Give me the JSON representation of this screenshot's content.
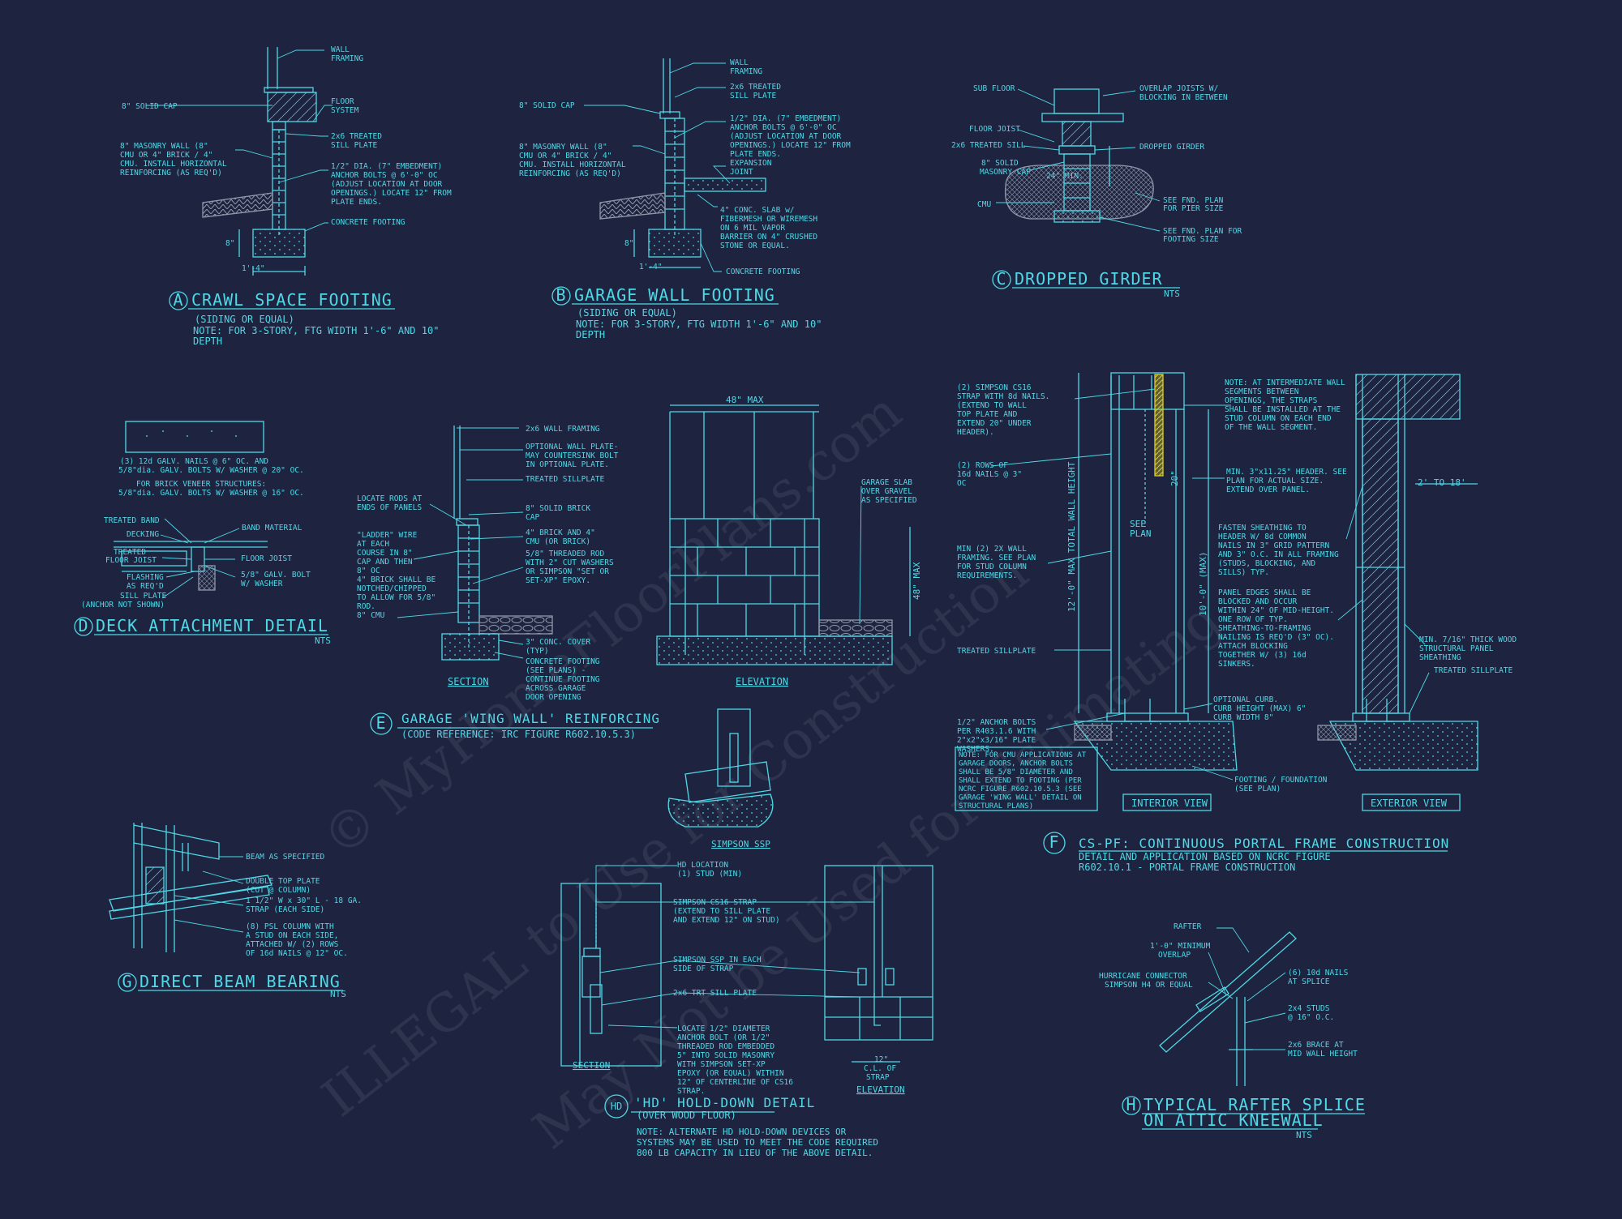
{
  "colors": {
    "background": "#1e2440",
    "linework": "#4fd8e6",
    "hatch": "#8f97a8",
    "highlight": "#e0d11a"
  },
  "watermark": {
    "line1": "© MyHomeFloorPlans.com",
    "line2": "ILLEGAL to Use for Construction",
    "line3": "May Not be Used for Estimating"
  },
  "details": {
    "A": {
      "marker": "A",
      "title": "CRAWL SPACE FOOTING",
      "subtitle": "(SIDING OR EQUAL)",
      "note1": "NOTE: FOR 3-STORY, FTG WIDTH 1'-6\" AND 10\"",
      "note2": "DEPTH",
      "labels": [
        "WALL",
        "FRAMING",
        "8\" SOLID CAP",
        "FLOOR",
        "SYSTEM",
        "8\" MASONRY WALL (8\"",
        "CMU OR 4\" BRICK / 4\"",
        "CMU. INSTALL HORIZONTAL",
        "REINFORCING (AS REQ'D)",
        "2x6 TREATED",
        "SILL PLATE",
        "1/2\" DIA. (7\" EMBEDMENT)",
        "ANCHOR BOLTS @ 6'-0\" OC",
        "(ADJUST LOCATION AT DOOR",
        "OPENINGS.) LOCATE 12\" FROM",
        "PLATE ENDS.",
        "CONCRETE FOOTING",
        "8\"",
        "1'-4\""
      ]
    },
    "B": {
      "marker": "B",
      "title": "GARAGE WALL FOOTING",
      "subtitle": "(SIDING OR EQUAL)",
      "note1": "NOTE: FOR 3-STORY, FTG WIDTH 1'-6\" AND 10\"",
      "note2": "DEPTH",
      "labels": [
        "WALL",
        "FRAMING",
        "2x6 TREATED",
        "SILL PLATE",
        "8\" SOLID CAP",
        "1/2\" DIA. (7\" EMBEDMENT)",
        "ANCHOR BOLTS @ 6'-0\" OC",
        "(ADJUST LOCATION AT DOOR",
        "OPENINGS.) LOCATE 12\" FROM",
        "PLATE ENDS.",
        "EXPANSION",
        "JOINT",
        "8\" MASONRY WALL (8\"",
        "CMU OR 4\" BRICK / 4\"",
        "CMU. INSTALL HORIZONTAL",
        "REINFORCING (AS REQ'D)",
        "4\" CONC. SLAB w/",
        "FIBERMESH OR WIREMESH",
        "ON 6 MIL VAPOR",
        "BARRIER ON 4\" CRUSHED",
        "STONE OR EQUAL.",
        "CONCRETE FOOTING",
        "8\"",
        "1'-4\""
      ]
    },
    "C": {
      "marker": "C",
      "title": "DROPPED GIRDER",
      "nts": "NTS",
      "labels": [
        "SUB FLOOR",
        "OVERLAP JOISTS W/",
        "BLOCKING IN BETWEEN",
        "FLOOR JOIST",
        "2x6 TREATED SILL",
        "DROPPED GIRDER",
        "8\" SOLID",
        "MASONRY CAP",
        "24\" MIN.",
        "CMU",
        "SEE FND. PLAN",
        "FOR PIER SIZE",
        "SEE FND. PLAN FOR",
        "FOOTING SIZE"
      ]
    },
    "D": {
      "marker": "D",
      "title": "DECK ATTACHMENT DETAIL",
      "nts": "NTS",
      "labels": [
        "(3) 12d GALV. NAILS @ 6\" OC. AND",
        "5/8\"dia. GALV. BOLTS W/ WASHER @ 20\" OC.",
        "FOR BRICK VENEER STRUCTURES:",
        "5/8\"dia. GALV. BOLTS W/ WASHER @ 16\" OC.",
        "TREATED BAND",
        "DECKING",
        "BAND MATERIAL",
        "TREATED",
        "FLOOR JOIST",
        "FLOOR JOIST",
        "FLASHING",
        "AS REQ'D",
        "5/8\" GALV. BOLT",
        "W/ WASHER",
        "SILL PLATE",
        "(ANCHOR NOT SHOWN)"
      ]
    },
    "E": {
      "marker": "E",
      "title": "GARAGE 'WING WALL' REINFORCING",
      "subtitle": "(CODE REFERENCE: IRC FIGURE R602.10.5.3)",
      "section_label": "SECTION",
      "elevation_label": "ELEVATION",
      "simpson_label": "SIMPSON SSP",
      "dim_top": "48\" MAX",
      "dim_right": "48\" MAX",
      "labels": [
        "2x6 WALL FRAMING",
        "OPTIONAL WALL PLATE-",
        "MAY COUNTERSINK BOLT",
        "IN OPTIONAL PLATE.",
        "TREATED SILLPLATE",
        "LOCATE RODS AT",
        "ENDS OF PANELS",
        "8\" SOLID BRICK",
        "CAP",
        "4\" BRICK AND 4\"",
        "CMU (OR BRICK)",
        "\"LADDER\" WIRE",
        "AT EACH",
        "COURSE IN 8\"",
        "CAP AND THEN",
        "8\" OC",
        "4\" BRICK SHALL BE",
        "NOTCHED/CHIPPED",
        "TO ALLOW FOR 5/8\"",
        "ROD.",
        "5/8\" THREADED ROD",
        "WITH 2\" CUT WASHERS",
        "OR SIMPSON \"SET OR",
        "SET-XP\" EPOXY.",
        "8\" CMU",
        "3\" CONC. COVER",
        "(TYP)",
        "CONCRETE FOOTING",
        "(SEE PLANS) -",
        "CONTINUE FOOTING",
        "ACROSS GARAGE",
        "DOOR OPENING",
        "GARAGE SLAB",
        "OVER GRAVEL",
        "AS SPECIFIED"
      ]
    },
    "F": {
      "marker": "F",
      "title": "CS-PF: CONTINUOUS PORTAL FRAME CONSTRUCTION",
      "subtitle1": "DETAIL AND APPLICATION BASED ON NCRC FIGURE",
      "subtitle2": "R602.10.1 - PORTAL FRAME CONSTRUCTION",
      "interior_label": "INTERIOR VIEW",
      "exterior_label": "EXTERIOR VIEW",
      "dim_total": "12'-0\" MAX TOTAL WALL HEIGHT",
      "dim_clear": "10'-0\" (MAX)",
      "dim_20": "20\"",
      "see_plan": "SEE",
      "see_plan2": "PLAN",
      "dim_2to18": "2' TO 18'",
      "labels": [
        "(2) SIMPSON CS16",
        "STRAP WITH 8d NAILS.",
        "(EXTEND TO WALL",
        "TOP PLATE AND",
        "EXTEND 20\" UNDER",
        "HEADER).",
        "(2) ROWS OF",
        "16d NAILS @ 3\"",
        "OC",
        "MIN (2) 2X WALL",
        "FRAMING. SEE PLAN",
        "FOR STUD COLUMN",
        "REQUIREMENTS.",
        "TREATED SILLPLATE",
        "1/2\" ANCHOR BOLTS",
        "PER R403.1.6 WITH",
        "2\"x2\"x3/16\" PLATE",
        "WASHERS.",
        "NOTE: AT INTERMEDIATE WALL",
        "SEGMENTS BETWEEN",
        "OPENINGS, THE STRAPS",
        "SHALL BE INSTALLED AT THE",
        "STUD COLUMN ON EACH END",
        "OF THE WALL SEGMENT.",
        "MIN. 3\"x11.25\" HEADER. SEE",
        "PLAN FOR ACTUAL SIZE.",
        "EXTEND OVER PANEL.",
        "FASTEN SHEATHING TO",
        "HEADER W/ 8d COMMON",
        "NAILS IN 3\" GRID PATTERN",
        "AND 3\" O.C. IN ALL FRAMING",
        "(STUDS, BLOCKING, AND",
        "SILLS) TYP.",
        "PANEL EDGES SHALL BE",
        "BLOCKED AND OCCUR",
        "WITHIN 24\" OF MID-HEIGHT.",
        "ONE ROW OF TYP.",
        "SHEATHING-TO-FRAMING",
        "NAILING IS REQ'D (3\" OC).",
        "ATTACH BLOCKING",
        "TOGETHER W/ (3) 16d",
        "SINKERS.",
        "MIN. 7/16\" THICK WOOD",
        "STRUCTURAL PANEL",
        "SHEATHING",
        "TREATED SILLPLATE",
        "OPTIONAL CURB.",
        "CURB HEIGHT (MAX) 6\"",
        "CURB WIDTH 8\"",
        "FOOTING / FOUNDATION",
        "(SEE PLAN)"
      ],
      "boxed_note": [
        "NOTE: FOR CMU APPLICATIONS AT",
        "GARAGE DOORS, ANCHOR BOLTS",
        "SHALL BE 5/8\" DIAMETER AND",
        "SHALL EXTEND TO FOOTING (PER",
        "NCRC FIGURE R602.10.5.3 (SEE",
        "GARAGE 'WING WALL' DETAIL ON",
        "STRUCTURAL PLANS)"
      ]
    },
    "G": {
      "marker": "G",
      "title": "DIRECT BEAM BEARING",
      "nts": "NTS",
      "labels": [
        "BEAM AS SPECIFIED",
        "DOUBLE TOP PLATE",
        "(CUT @ COLUMN)",
        "1 1/2\" W x 30\" L - 18 GA.",
        "STRAP (EACH SIDE)",
        "(8) PSL COLUMN WITH",
        "A STUD ON EACH SIDE,",
        "ATTACHED W/ (2) ROWS",
        "OF 16d NAILS @ 12\" OC."
      ]
    },
    "HD": {
      "marker": "HD",
      "title": "'HD' HOLD-DOWN DETAIL",
      "subtitle": "(OVER WOOD FLOOR)",
      "note1": "NOTE: ALTERNATE HD HOLD-DOWN DEVICES OR",
      "note2": "SYSTEMS MAY BE USED TO MEET THE CODE REQUIRED",
      "note3": "800 LB CAPACITY IN LIEU OF THE ABOVE DETAIL.",
      "section_label": "SECTION",
      "elevation_label": "ELEVATION",
      "labels": [
        "HD LOCATION",
        "(1) STUD (MIN)",
        "SIMPSON CS16 STRAP",
        "(EXTEND TO SILL PLATE",
        "AND EXTEND 12\" ON STUD)",
        "SIMPSON SSP IN EACH",
        "SIDE OF STRAP",
        "2x6 TRT SILL PLATE",
        "LOCATE 1/2\" DIAMETER",
        "ANCHOR BOLT (OR 1/2\"",
        "THREADED ROD EMBEDDED",
        "5\" INTO SOLID MASONRY",
        "WITH SIMPSON SET-XP",
        "EPOXY (OR EQUAL) WITHIN",
        "12\" OF CENTERLINE OF CS16",
        "STRAP.",
        "12\"",
        "C.L. OF",
        "STRAP"
      ]
    },
    "H": {
      "marker": "H",
      "title1": "TYPICAL RAFTER SPLICE",
      "title2": "ON ATTIC KNEEWALL",
      "nts": "NTS",
      "labels": [
        "RAFTER",
        "1'-0\" MINIMUM",
        "OVERLAP",
        "HURRICANE CONNECTOR",
        "SIMPSON H4 OR EQUAL",
        "(6) 10d NAILS",
        "AT SPLICE",
        "2x4 STUDS",
        "@ 16\" O.C.",
        "2x6 BRACE AT",
        "MID WALL HEIGHT"
      ]
    }
  }
}
